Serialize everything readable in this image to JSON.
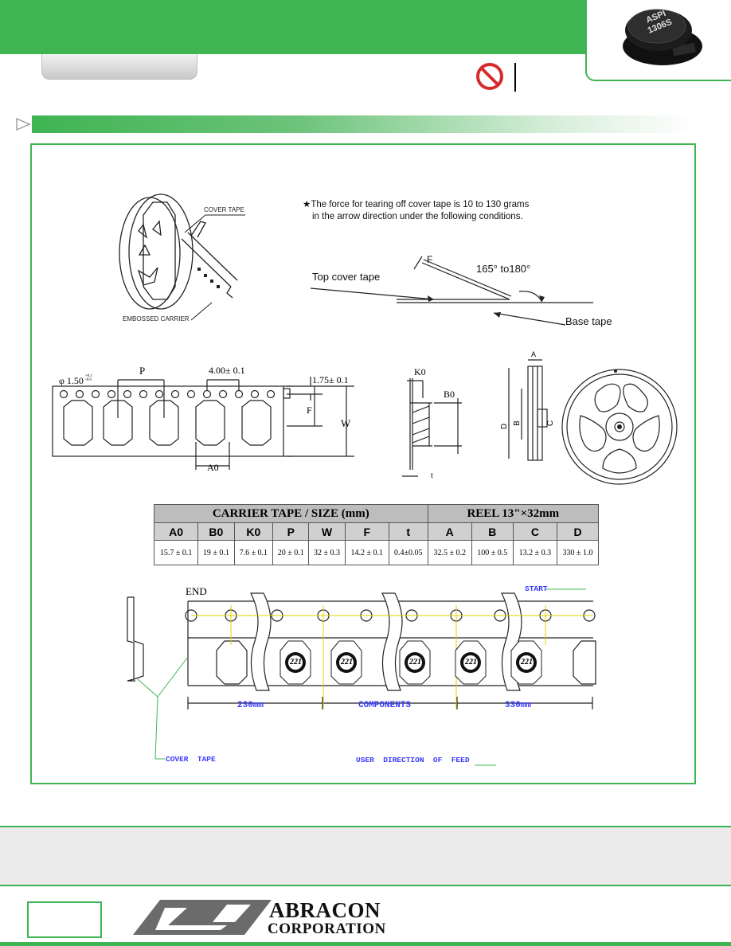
{
  "header": {
    "prohibit_icon": "no-entry-icon"
  },
  "tape_note": {
    "line1": "The force for tearing off cover tape is 10 to 130 grams",
    "line2": "in the arrow direction under the following conditions.",
    "angle": "165° to180°",
    "top_cover_tape": "Top cover tape",
    "base_tape": "Base tape",
    "f_label": "F"
  },
  "reel_diagram": {
    "cover_tape": "COVER TAPE",
    "embossed_carrier": "EMBOSSED CARRIER"
  },
  "tape_dims": {
    "p": "P",
    "hole": "φ 1.50",
    "hole_tol_top": "+0.1",
    "hole_tol_bot": "-0.0",
    "pitch0": "4.00± 0.1",
    "edge": "1.75± 0.1",
    "f": "F",
    "w": "W",
    "a0": "A0",
    "k0": "K0",
    "b0": "B0",
    "t": "t",
    "a": "A",
    "b": "B",
    "c": "C",
    "d": "D"
  },
  "table": {
    "group1": "CARRIER TAPE / SIZE (mm)",
    "group2": "REEL 13\"×32mm",
    "headers": [
      "A0",
      "B0",
      "K0",
      "P",
      "W",
      "F",
      "t",
      "A",
      "B",
      "C",
      "D"
    ],
    "values": [
      "15.7 ± 0.1",
      "19 ± 0.1",
      "7.6 ± 0.1",
      "20 ± 0.1",
      "32 ± 0.3",
      "14.2 ± 0.1",
      "0.4±0.05",
      "32.5 ± 0.2",
      "100 ± 0.5",
      "13.2 ± 0.3",
      "330 ± 1.0"
    ]
  },
  "feed": {
    "end": "END",
    "start": "START",
    "left_len": "230mm",
    "components": "COMPONENTS",
    "right_len": "330mm",
    "cover_tape": "COVER  TAPE",
    "user_direction": "USER  DIRECTION  OF  FEED",
    "part_mark": "221"
  },
  "footer": {
    "brand_line1": "ABRACON",
    "brand_line2": "CORPORATION"
  },
  "colors": {
    "brand_green": "#3fb452",
    "annotation_blue": "#3a3aff",
    "reel_guide_yellow": "#e6d200"
  }
}
